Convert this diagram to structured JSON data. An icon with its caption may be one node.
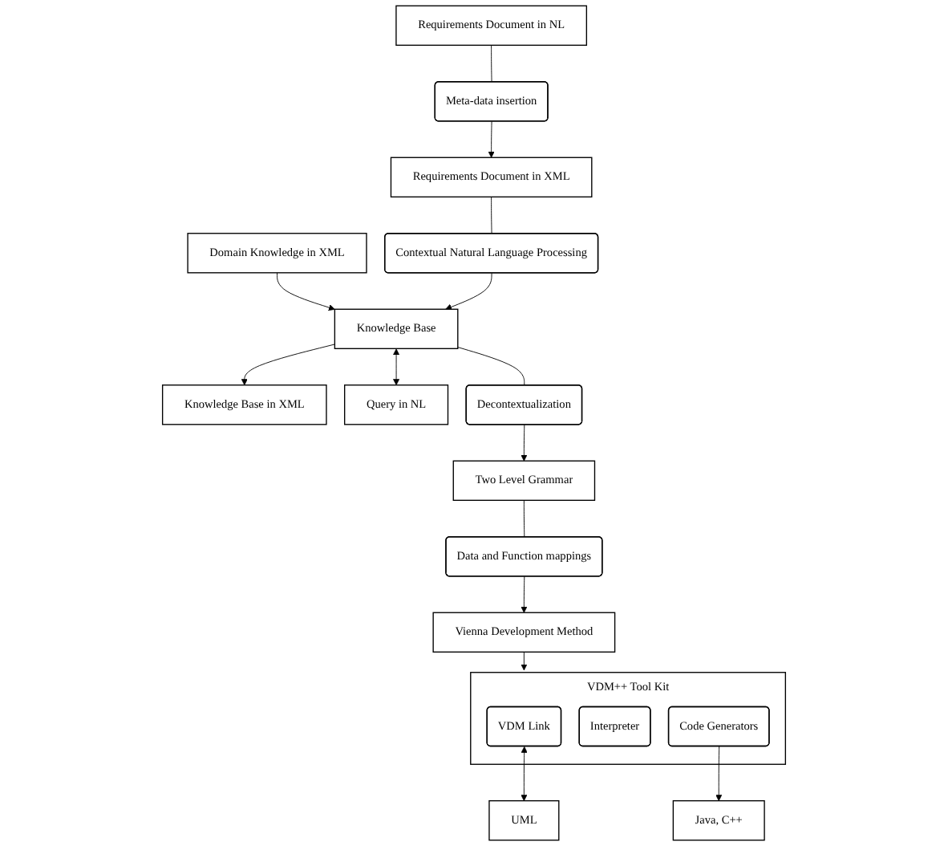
{
  "diagram": {
    "nodes": [
      {
        "text": [
          "Requirements Document in NL"
        ]
      },
      {
        "text": [
          "Meta-data insertion"
        ]
      },
      {
        "text": [
          "Requirements Document in XML"
        ]
      },
      {
        "text": [
          "Domain Knowledge in XML"
        ]
      },
      {
        "text": [
          "Contextual Natural Language Processing"
        ]
      },
      {
        "text": [
          "Knowledge Base"
        ]
      },
      {
        "text": [
          "Knowledge Base in XML"
        ]
      },
      {
        "text": [
          "Query in NL"
        ]
      },
      {
        "text": [
          "Decontextualization"
        ]
      },
      {
        "text": [
          "Two Level Grammar"
        ]
      },
      {
        "text": [
          "Data and Function mappings"
        ]
      },
      {
        "text": [
          "Vienna Development Method"
        ]
      },
      {
        "text": [
          "VDM++ Tool Kit"
        ]
      },
      {
        "text": [
          "VDM Link"
        ],
        "in": 12
      },
      {
        "text": [
          "Interpreter"
        ],
        "in": 12
      },
      {
        "text": [
          "Code Generators"
        ],
        "in": 12
      },
      {
        "text": [
          "UML"
        ]
      },
      {
        "text": [
          "Java, C++"
        ]
      }
    ],
    "edges": [
      {
        "from": 0,
        "to": 1,
        "arrow": "none"
      },
      {
        "from": 1,
        "to": 2,
        "arrow": "to"
      },
      {
        "from": 2,
        "to": 4,
        "arrow": "none"
      },
      {
        "from": 3,
        "to": 5,
        "arrow": "to"
      },
      {
        "from": 4,
        "to": 5,
        "arrow": "to"
      },
      {
        "from": 5,
        "to": 6,
        "arrow": "to"
      },
      {
        "from": 5,
        "to": 7,
        "arrow": "both"
      },
      {
        "from": 5,
        "to": 8,
        "arrow": "none"
      },
      {
        "from": 8,
        "to": 9,
        "arrow": "to"
      },
      {
        "from": 9,
        "to": 10,
        "arrow": "none"
      },
      {
        "from": 10,
        "to": 11,
        "arrow": "to"
      },
      {
        "from": 11,
        "to": 12,
        "arrow": "to"
      },
      {
        "from": 13,
        "to": 16,
        "arrow": "both"
      },
      {
        "from": 15,
        "to": 17,
        "arrow": "to"
      }
    ]
  }
}
